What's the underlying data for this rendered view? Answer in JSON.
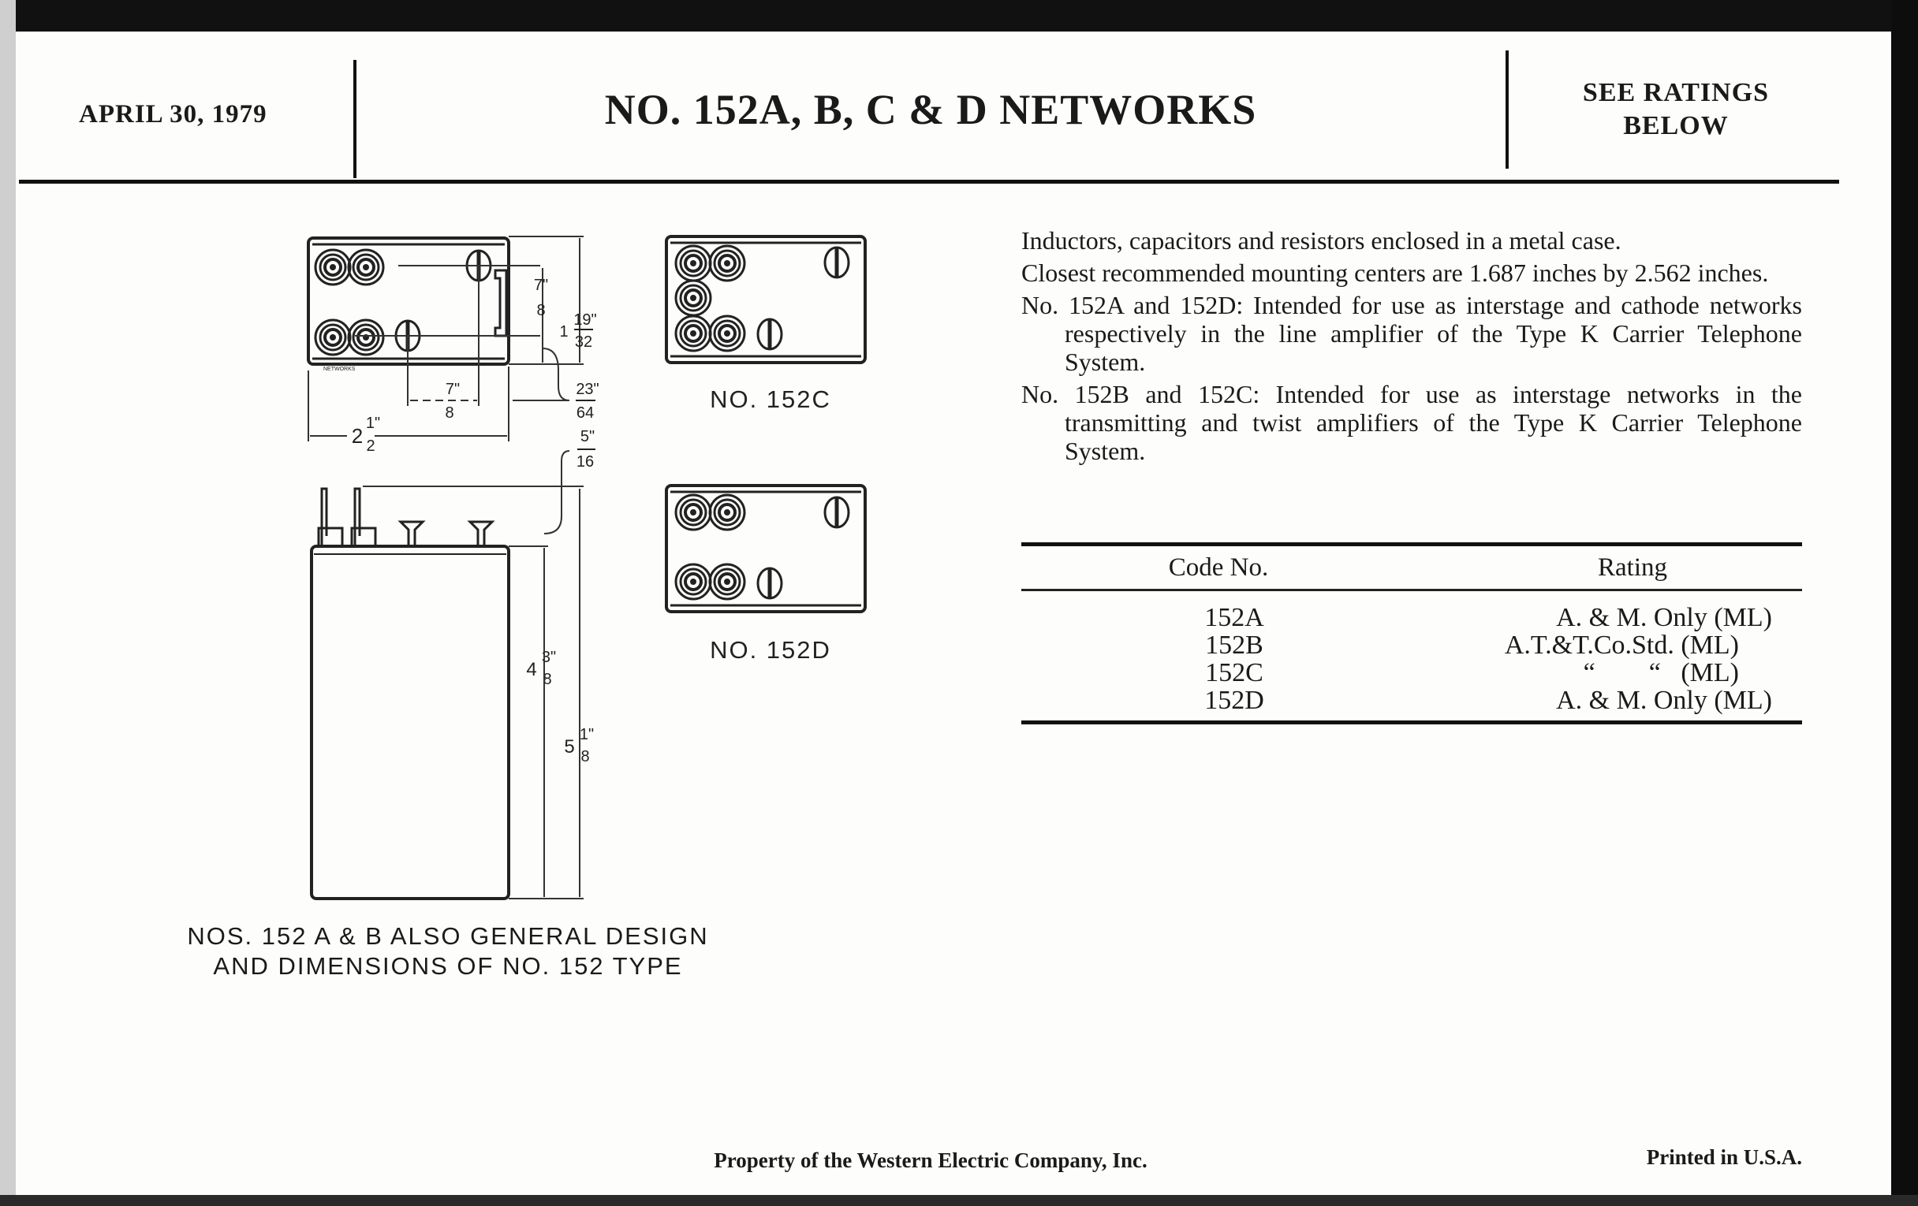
{
  "header": {
    "date": "APRIL 30, 1979",
    "title": "NO. 152A, B, C & D NETWORKS",
    "ratings_note_line1": "SEE RATINGS",
    "ratings_note_line2": "BELOW"
  },
  "description": [
    "Inductors, capacitors and resistors enclosed in a metal case.",
    "Closest recommended mounting centers are 1.687 inches by 2.562 inches.",
    "No. 152A and 152D: Intended for use as interstage and cathode networks respectively in the line amplifier of the Type K Carrier Telephone System.",
    "No. 152B and 152C: Intended for use as interstage networks in the transmitting and twist amplifiers of the Type K Carrier Telephone System."
  ],
  "table": {
    "headers": {
      "code": "Code No.",
      "rating": "Rating"
    },
    "rows": [
      {
        "code": "152A",
        "rating": "A. & M. Only (ML)"
      },
      {
        "code": "152B",
        "rating": "A.T.&T.Co.Std. (ML)"
      },
      {
        "code": "152C",
        "rating": "“        “   (ML)"
      },
      {
        "code": "152D",
        "rating": "A. & M. Only (ML)"
      }
    ]
  },
  "drawings": {
    "label_152c": "NO. 152C",
    "label_152d": "NO. 152D",
    "case_marking": "NETWORKS",
    "caption_line1": "NOS. 152 A & B  ALSO  GENERAL  DESIGN",
    "caption_line2": "AND  DIMENSIONS  OF  NO. 152  TYPE",
    "dimensions": {
      "d_7_8_vert": {
        "num": "7\"",
        "den": "8"
      },
      "d_1_19_32": {
        "whole": "1",
        "num": "19\"",
        "den": "32"
      },
      "d_7_8_horiz": {
        "num": "7\"",
        "den": "8"
      },
      "d_23_64": {
        "num": "23\"",
        "den": "64"
      },
      "d_2_1_2": {
        "whole": "2",
        "num": "1\"",
        "den": "2"
      },
      "d_5_16": {
        "num": "5\"",
        "den": "16"
      },
      "d_4_3_8": {
        "whole": "4",
        "num": "3\"",
        "den": "8"
      },
      "d_5_1_8": {
        "whole": "5",
        "num": "1\"",
        "den": "8"
      }
    }
  },
  "footer": {
    "property": "Property of the Western Electric Company, Inc.",
    "printed": "Printed in U.S.A."
  }
}
